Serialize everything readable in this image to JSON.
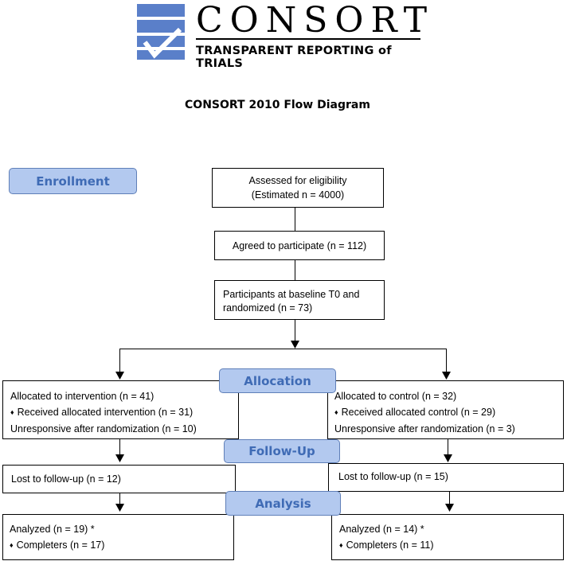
{
  "logo": {
    "word": "CONSORT",
    "tagline": "TRANSPARENT REPORTING of TRIALS"
  },
  "title": "CONSORT 2010 Flow Diagram",
  "stages": {
    "enrollment": "Enrollment",
    "allocation": "Allocation",
    "followup": "Follow-Up",
    "analysis": "Analysis"
  },
  "enrollment": {
    "assessed_line1": "Assessed for eligibility",
    "assessed_line2": "(Estimated n = 4000)",
    "agreed": "Agreed to participate (n = 112)",
    "baseline_line1": "Participants at baseline T0 and",
    "baseline_line2": "randomized (n = 73)"
  },
  "intervention": {
    "allocated": "Allocated to intervention (n = 41)",
    "received": "Received allocated intervention (n = 31)",
    "unresponsive": "Unresponsive after randomization (n = 10)",
    "lost": "Lost to follow-up (n = 12)",
    "analyzed": "Analyzed (n = 19) *",
    "completers": "Completers (n = 17)"
  },
  "control": {
    "allocated": "Allocated to control (n = 32)",
    "received": "Received allocated control (n = 29)",
    "unresponsive": "Unresponsive after randomization (n = 3)",
    "lost": "Lost to follow-up (n = 15)",
    "analyzed": "Analyzed (n = 14) *",
    "completers": "Completers (n = 11)"
  },
  "glyphs": {
    "bullet": "♦"
  }
}
